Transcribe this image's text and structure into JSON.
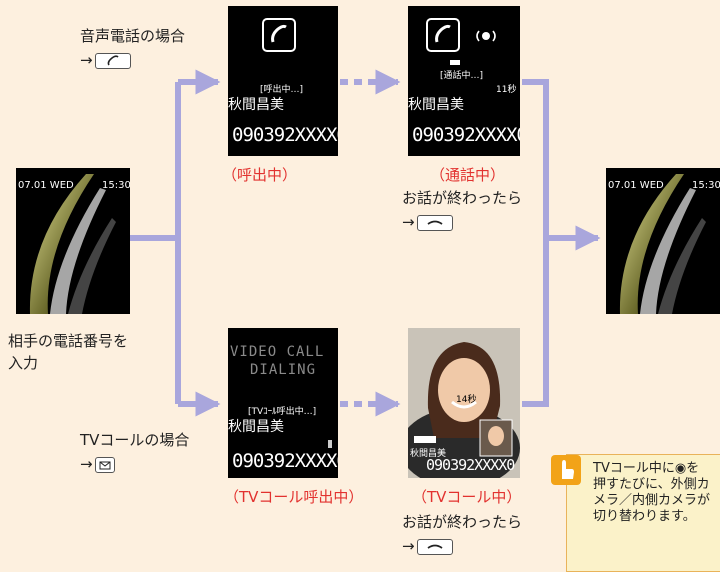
{
  "voice": {
    "heading": "音声電話の場合",
    "arrow_key": "→",
    "calling_status": "[呼出中…]",
    "talking_status": "[通話中…]",
    "timer": "11秒",
    "caption_calling": "（呼出中）",
    "caption_talking": "（通話中）",
    "end_prompt": "お話が終わったら",
    "end_arrow": "→"
  },
  "tv": {
    "heading": "TVコールの場合",
    "arrow_key": "→",
    "video_line1": "VIDEO CALL",
    "video_line2": "DIALING",
    "calling_status": "[TVｺｰﾙ呼出中…]",
    "timer": "14秒",
    "caption_calling": "（TVコール呼出中）",
    "caption_talking": "（TVコール中）",
    "end_prompt": "お話が終わったら",
    "end_arrow": "→"
  },
  "contact": {
    "name": "秋間昌美",
    "number": "090392XXXX0"
  },
  "standby": {
    "date": "07.01 WED",
    "time": "15:30"
  },
  "input_caption": "相手の電話番号を\n入力",
  "note": {
    "lines": [
      "TVコール中に◉を",
      "押すたびに、外側カ",
      "メラ／内側カメラが",
      "切り替わります。"
    ]
  },
  "colors": {
    "background": "#fdf0df",
    "arrow": "#a9a6dc",
    "caption_red": "#e2322f"
  }
}
